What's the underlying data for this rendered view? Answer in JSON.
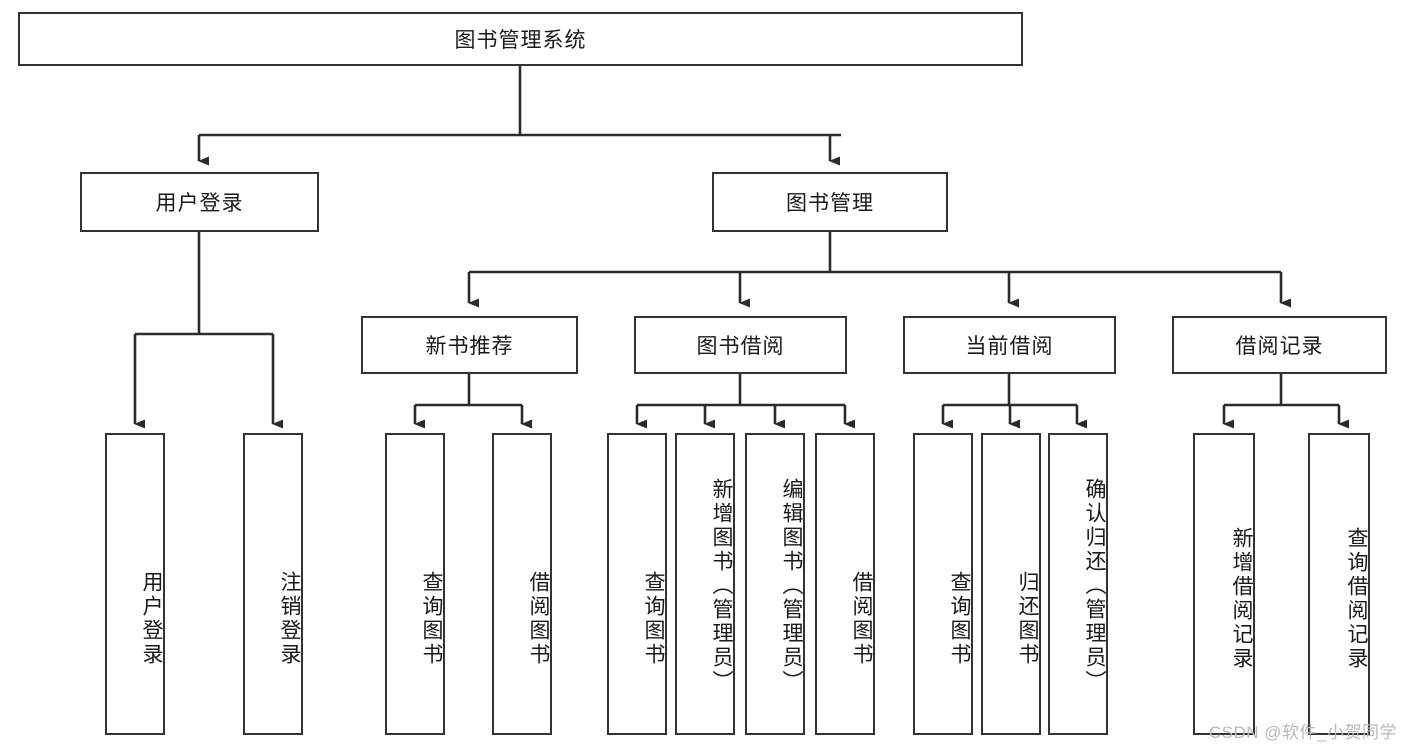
{
  "diagram": {
    "title": "图书管理系统",
    "type": "tree-hierarchy",
    "root": {
      "id": "root",
      "label": "图书管理系统"
    },
    "level2": [
      {
        "id": "user-login",
        "label": "用户登录"
      },
      {
        "id": "book-manage",
        "label": "图书管理"
      }
    ],
    "level3": [
      {
        "id": "new-book-rec",
        "label": "新书推荐",
        "parent": "book-manage"
      },
      {
        "id": "book-borrow",
        "label": "图书借阅",
        "parent": "book-manage"
      },
      {
        "id": "current-borrow",
        "label": "当前借阅",
        "parent": "book-manage"
      },
      {
        "id": "borrow-record",
        "label": "借阅记录",
        "parent": "book-manage"
      }
    ],
    "leaves": [
      {
        "id": "leaf-user-login",
        "label": "用户登录",
        "parent": "user-login"
      },
      {
        "id": "leaf-logout",
        "label": "注销登录",
        "parent": "user-login"
      },
      {
        "id": "leaf-query-book-1",
        "label": "查询图书",
        "parent": "new-book-rec"
      },
      {
        "id": "leaf-borrow-book-1",
        "label": "借阅图书",
        "parent": "new-book-rec"
      },
      {
        "id": "leaf-query-book-2",
        "label": "查询图书",
        "parent": "book-borrow"
      },
      {
        "id": "leaf-add-book",
        "label": "新增图书（管理员）",
        "parent": "book-borrow"
      },
      {
        "id": "leaf-edit-book",
        "label": "编辑图书（管理员）",
        "parent": "book-borrow"
      },
      {
        "id": "leaf-borrow-book-2",
        "label": "借阅图书",
        "parent": "book-borrow"
      },
      {
        "id": "leaf-query-book-3",
        "label": "查询图书",
        "parent": "current-borrow"
      },
      {
        "id": "leaf-return-book",
        "label": "归还图书",
        "parent": "current-borrow"
      },
      {
        "id": "leaf-confirm-return",
        "label": "确认归还（管理员）",
        "parent": "current-borrow"
      },
      {
        "id": "leaf-add-record",
        "label": "新增借阅记录",
        "parent": "borrow-record"
      },
      {
        "id": "leaf-query-record",
        "label": "查询借阅记录",
        "parent": "borrow-record"
      }
    ],
    "watermark": "CSDN @软件_小贺同学",
    "colors": {
      "border": "#333333",
      "background": "#ffffff",
      "text": "#1a1a1a",
      "watermark": "#b9b9b9"
    }
  }
}
